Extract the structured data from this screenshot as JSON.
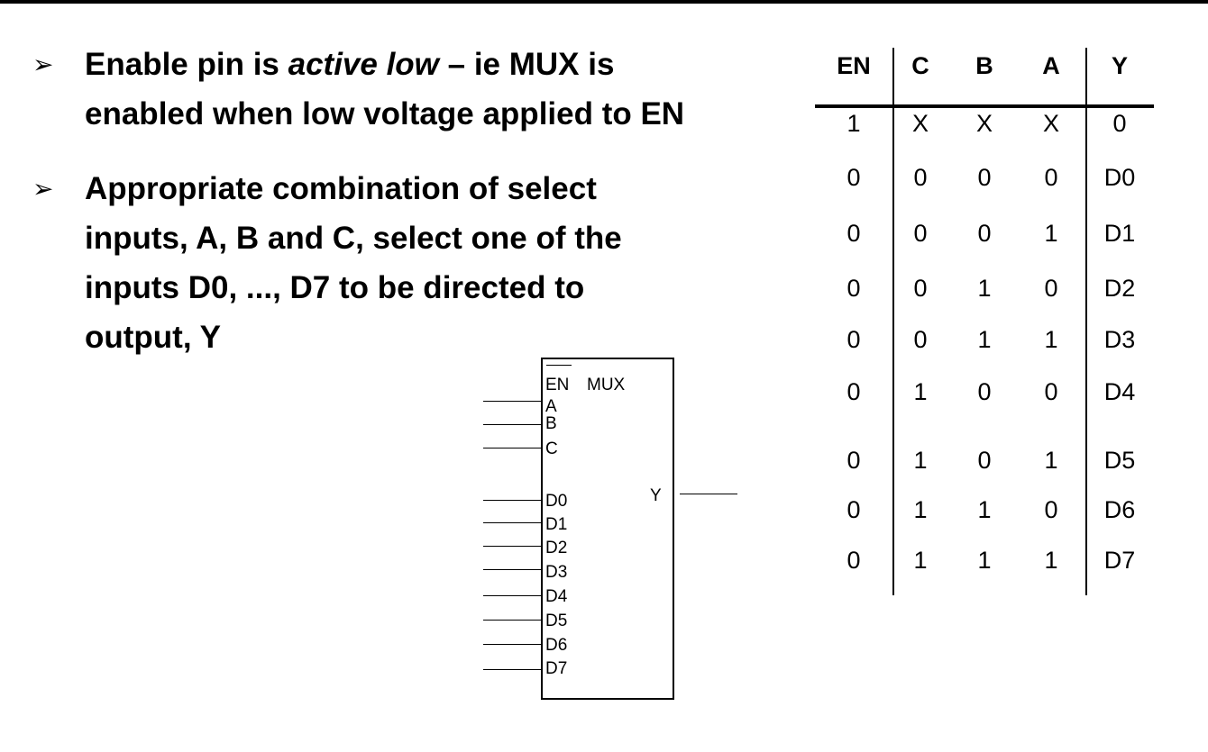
{
  "bullets": [
    {
      "marker": "➢",
      "line1_pre": "Enable pin is ",
      "line1_em": "active low",
      "line1_post": " – ie MUX is",
      "line2": "enabled when low voltage applied to EN"
    },
    {
      "marker": "➢",
      "lines": [
        "Appropriate combination of select",
        "inputs, A, B and C, select one of the",
        "inputs D0, ..., D7 to be directed to",
        "output, Y"
      ]
    }
  ],
  "mux": {
    "en_label": "EN",
    "title": "MUX",
    "select_pins": [
      "A",
      "B",
      "C"
    ],
    "data_pins": [
      "D0",
      "D1",
      "D2",
      "D3",
      "D4",
      "D5",
      "D6",
      "D7"
    ],
    "output_label": "Y"
  },
  "truth_table": {
    "headers": [
      "EN",
      "C",
      "B",
      "A",
      "Y"
    ],
    "rows": [
      [
        "1",
        "X",
        "X",
        "X",
        "0"
      ],
      [
        "0",
        "0",
        "0",
        "0",
        "D0"
      ],
      [
        "0",
        "0",
        "0",
        "1",
        "D1"
      ],
      [
        "0",
        "0",
        "1",
        "0",
        "D2"
      ],
      [
        "0",
        "0",
        "1",
        "1",
        "D3"
      ],
      [
        "0",
        "1",
        "0",
        "0",
        "D4"
      ],
      [
        "0",
        "1",
        "0",
        "1",
        "D5"
      ],
      [
        "0",
        "1",
        "1",
        "0",
        "D6"
      ],
      [
        "0",
        "1",
        "1",
        "1",
        "D7"
      ]
    ]
  }
}
